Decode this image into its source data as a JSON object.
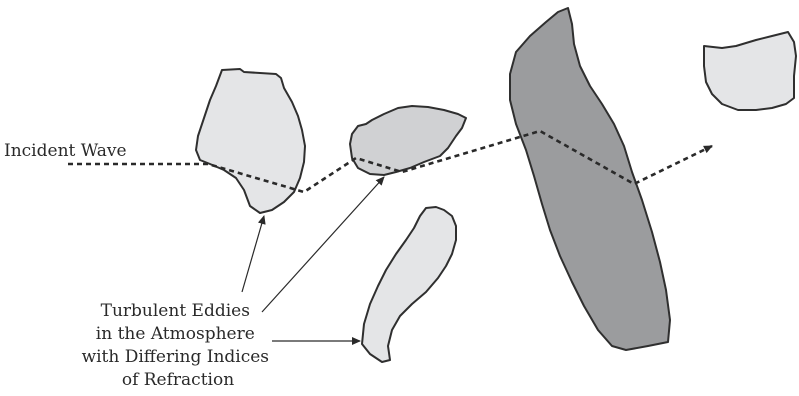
{
  "diagram": {
    "incident_label": "Incident Wave",
    "eddies_label_lines": [
      "Turbulent Eddies",
      "in the Atmosphere",
      "with Differing Indices",
      "of Refraction"
    ],
    "colors": {
      "eddy_light": "#e4e5e7",
      "eddy_mid": "#d0d1d3",
      "eddy_dark": "#9b9c9e",
      "outline": "#2f2f2f",
      "wave": "#2a2a2a"
    }
  }
}
